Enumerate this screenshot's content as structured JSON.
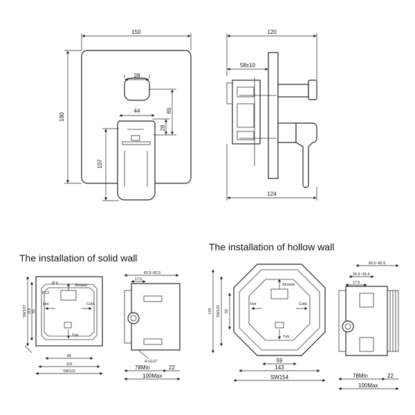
{
  "top_front": {
    "w": "150",
    "h": "180",
    "d28": "28",
    "d44": "44",
    "d65": "65",
    "d28b": "28",
    "d107": "107"
  },
  "top_side": {
    "w120": "120",
    "off": "58±10",
    "w124": "124"
  },
  "solid": {
    "heading": "The installation of solid wall",
    "shower": "Shower",
    "hot": "Hot",
    "cold": "Cold",
    "tub": "Tub",
    "phi": "Ø 6",
    "r12": "R12",
    "sw127": "SW127",
    "h118": "118",
    "h85": "85",
    "d85": "85",
    "d115": "115",
    "sw122": "SW122",
    "side_top1": "60.5~82.5",
    "side_top2": "17.5",
    "g": "4-G1/2\"",
    "min": "78Min",
    "m22": "22",
    "max": "100Max"
  },
  "hollow": {
    "heading": "The installation of hollow wall",
    "shower": "Shower",
    "hot": "Hot",
    "cold": "Cold",
    "tub": "Tub",
    "h143": "143",
    "sw122": "SW122",
    "h59": "59",
    "d59": "59",
    "d143": "143",
    "sw154": "SW154",
    "side_top1": "60.5~82.5",
    "side_top2": "26.5~33.4",
    "side_top3": "17.5",
    "min": "78Min",
    "m22": "22",
    "max": "100Max"
  }
}
